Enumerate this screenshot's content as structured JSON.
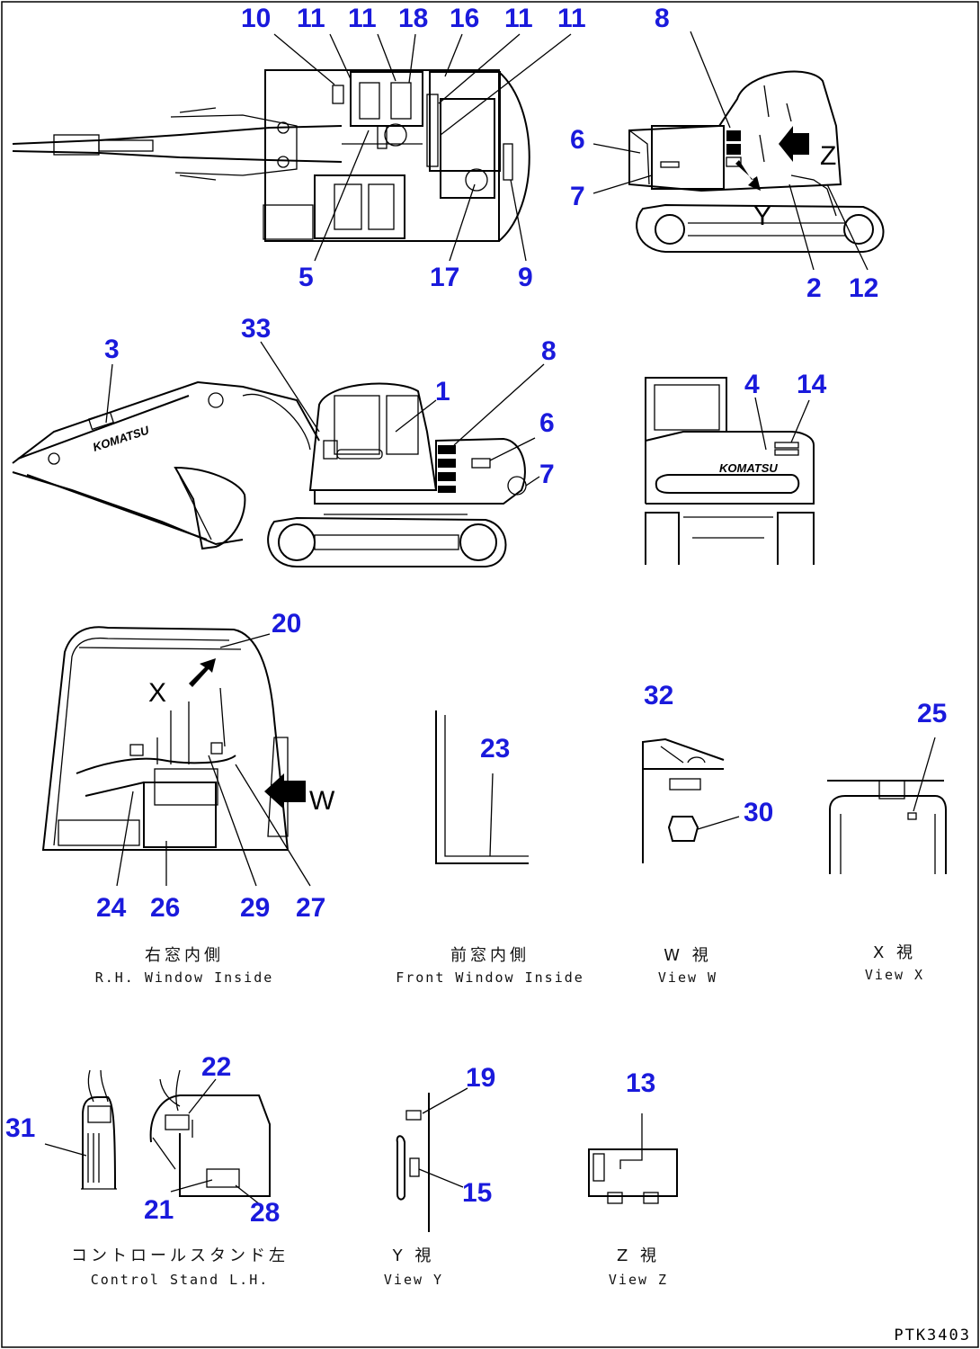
{
  "drawing_code": "PTK3403",
  "callouts": {
    "c10": "10",
    "c11a": "11",
    "c11b": "11",
    "c18": "18",
    "c16": "16",
    "c11c": "11",
    "c11d": "11",
    "c5": "5",
    "c17": "17",
    "c9": "9",
    "c8": "8",
    "c6": "6",
    "c7": "7",
    "c2": "2",
    "c12": "12",
    "c3": "3",
    "c33": "33",
    "c1": "1",
    "c8b": "8",
    "c6b": "6",
    "c7b": "7",
    "c4": "4",
    "c14": "14",
    "c20": "20",
    "c24": "24",
    "c26": "26",
    "c29": "29",
    "c27": "27",
    "c23": "23",
    "c32": "32",
    "c30": "30",
    "c25": "25",
    "c22": "22",
    "c31": "31",
    "c21": "21",
    "c28": "28",
    "c19": "19",
    "c15": "15",
    "c13": "13"
  },
  "view_letters": {
    "z": "Z",
    "y": "Y",
    "x": "X",
    "w": "W"
  },
  "brand": "KOMATSU",
  "captions": [
    {
      "jp": "右窓内側",
      "en": "R.H. Window Inside"
    },
    {
      "jp": "前窓内側",
      "en": "Front Window Inside"
    },
    {
      "jp": "W 視",
      "en": "View W"
    },
    {
      "jp": "X 視",
      "en": "View X"
    },
    {
      "jp": "コントロールスタンド左",
      "en": "Control Stand L.H."
    },
    {
      "jp": "Y 視",
      "en": "View Y"
    },
    {
      "jp": "Z 視",
      "en": "View Z"
    }
  ]
}
